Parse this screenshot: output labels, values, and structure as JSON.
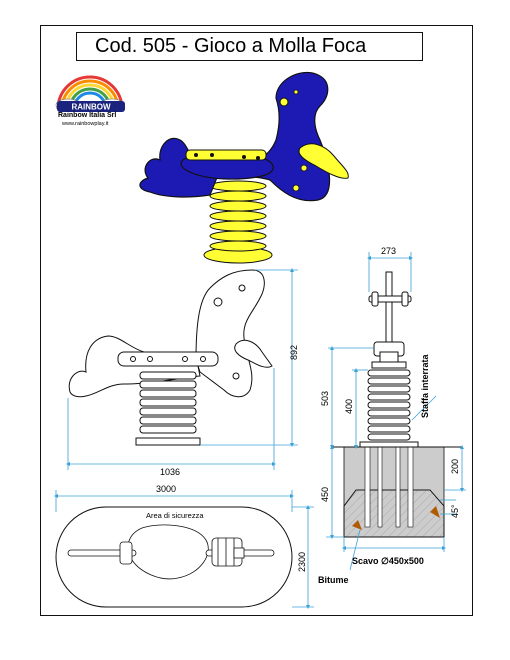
{
  "title": "Cod. 505 - Gioco a Molla Foca",
  "logo": {
    "brand": "RAINBOW",
    "company": "Rainbow Italia Srl",
    "url": "www.rainbowplay.it"
  },
  "colors": {
    "body": "#1d1ab3",
    "spring": "#ffff33",
    "dimension_line": "#3aa0d8",
    "ground": "#cccccc",
    "outline": "#111111"
  },
  "side_view": {
    "height_label": "892",
    "width_label": "1036"
  },
  "front_view": {
    "width_label": "273",
    "height_total_label": "503",
    "spring_height_label": "400",
    "buried_label": "Staffa interrata",
    "ground_depth_label": "200",
    "foundation_label": "450",
    "angle_label": "45°",
    "excavation_label": "Scavo ∅450x500",
    "bitumen_label": "Bitume"
  },
  "safety_area": {
    "width_label": "3000",
    "height_label": "2300",
    "area_label": "Area di sicurezza"
  }
}
